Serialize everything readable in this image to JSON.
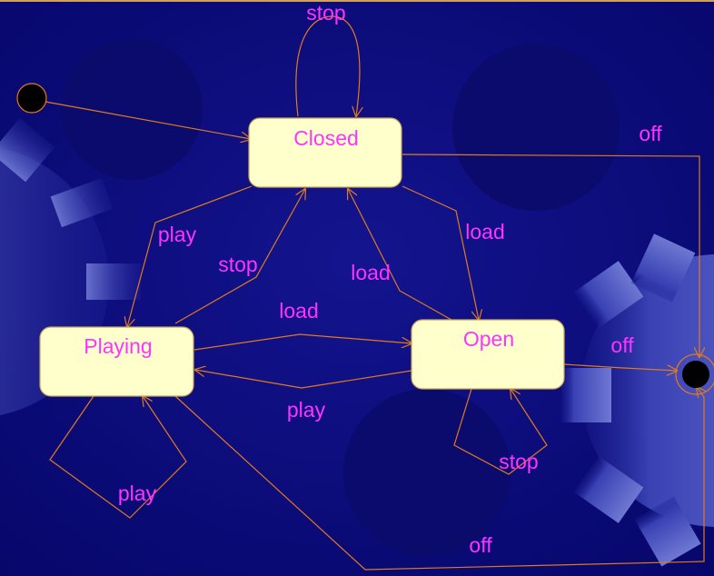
{
  "colors": {
    "background": "#0a0a78",
    "gear": "#5a64c8",
    "state_fill": "#ffffcc",
    "state_stroke": "#c9a35a",
    "edge": "#e07a20",
    "label": "#ff33ff"
  },
  "states": {
    "closed": "Closed",
    "playing": "Playing",
    "open": "Open"
  },
  "transitions": {
    "closed_self": "stop",
    "closed_to_final": "off",
    "closed_to_playing": "play",
    "playing_to_closed": "stop",
    "closed_to_open": "load",
    "open_to_closed": "load",
    "playing_to_open": "load",
    "open_to_playing": "play",
    "open_to_final": "off",
    "open_self": "stop",
    "playing_self": "play",
    "playing_to_final": "off"
  }
}
